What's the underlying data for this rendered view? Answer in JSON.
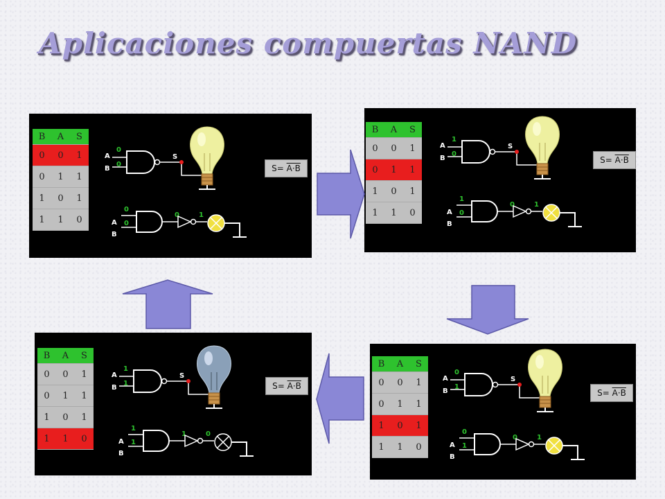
{
  "title": "Aplicaciones compuertas NAND",
  "panels": [
    {
      "id": "p1",
      "table": {
        "headers": [
          "B",
          "A",
          "S"
        ],
        "rows": [
          [
            "0",
            "0",
            "1"
          ],
          [
            "0",
            "1",
            "1"
          ],
          [
            "1",
            "0",
            "1"
          ],
          [
            "1",
            "1",
            "0"
          ]
        ],
        "highlight": 0
      },
      "expression": {
        "prefix": "S= ",
        "overline": "A·B"
      },
      "nand_gate": {
        "label_a": "A",
        "label_b": "B",
        "input_a": "0",
        "input_b": "0",
        "output_label": "S"
      },
      "nand_lamp": "on",
      "and_not": {
        "label_a": "A",
        "label_b": "B",
        "input_a": "0",
        "input_b": "0",
        "and_out": "0",
        "not_out": "1"
      },
      "and_lamp": "on"
    },
    {
      "id": "p2",
      "table": {
        "headers": [
          "B",
          "A",
          "S"
        ],
        "rows": [
          [
            "0",
            "0",
            "1"
          ],
          [
            "0",
            "1",
            "1"
          ],
          [
            "1",
            "0",
            "1"
          ],
          [
            "1",
            "1",
            "0"
          ]
        ],
        "highlight": 1
      },
      "expression": {
        "prefix": "S= ",
        "overline": "A·B"
      },
      "nand_gate": {
        "label_a": "A",
        "label_b": "B",
        "input_a": "1",
        "input_b": "0",
        "output_label": "S"
      },
      "nand_lamp": "on",
      "and_not": {
        "label_a": "A",
        "label_b": "B",
        "input_a": "1",
        "input_b": "0",
        "and_out": "0",
        "not_out": "1"
      },
      "and_lamp": "on"
    },
    {
      "id": "p3",
      "table": {
        "headers": [
          "B",
          "A",
          "S"
        ],
        "rows": [
          [
            "0",
            "0",
            "1"
          ],
          [
            "0",
            "1",
            "1"
          ],
          [
            "1",
            "0",
            "1"
          ],
          [
            "1",
            "1",
            "0"
          ]
        ],
        "highlight": 2
      },
      "expression": {
        "prefix": "S= ",
        "overline": "A·B"
      },
      "nand_gate": {
        "label_a": "A",
        "label_b": "B",
        "input_a": "0",
        "input_b": "1",
        "output_label": "S"
      },
      "nand_lamp": "on",
      "and_not": {
        "label_a": "A",
        "label_b": "B",
        "input_a": "0",
        "input_b": "1",
        "and_out": "0",
        "not_out": "1"
      },
      "and_lamp": "on"
    },
    {
      "id": "p4",
      "table": {
        "headers": [
          "B",
          "A",
          "S"
        ],
        "rows": [
          [
            "0",
            "0",
            "1"
          ],
          [
            "0",
            "1",
            "1"
          ],
          [
            "1",
            "0",
            "1"
          ],
          [
            "1",
            "1",
            "0"
          ]
        ],
        "highlight": 3
      },
      "expression": {
        "prefix": "S= ",
        "overline": "A·B"
      },
      "nand_gate": {
        "label_a": "A",
        "label_b": "B",
        "input_a": "1",
        "input_b": "1",
        "output_label": "S"
      },
      "nand_lamp": "off",
      "and_not": {
        "label_a": "A",
        "label_b": "B",
        "input_a": "1",
        "input_b": "1",
        "and_out": "1",
        "not_out": "0"
      },
      "and_lamp": "off"
    }
  ],
  "colors": {
    "signal": "#2ec22e",
    "highlight": "#e81e1e",
    "arrow": "#8a87d6",
    "lamp_on": "#f0e040",
    "title": "#a59ed8"
  }
}
